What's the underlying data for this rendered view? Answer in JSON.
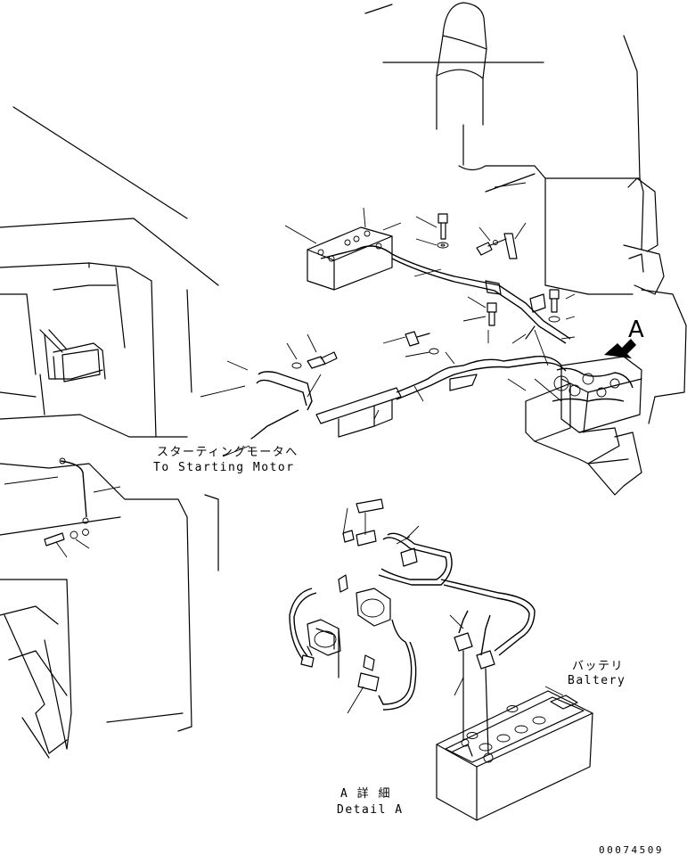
{
  "labels": {
    "letter_a": "A",
    "starting_motor_jp": "スターティングモータへ",
    "starting_motor_en": "To Starting Motor",
    "battery_jp": "バッテリ",
    "battery_en": "Baltery",
    "detail_jp": "A 詳 細",
    "detail_en": "Detail A",
    "drawing_number": "00074509"
  }
}
